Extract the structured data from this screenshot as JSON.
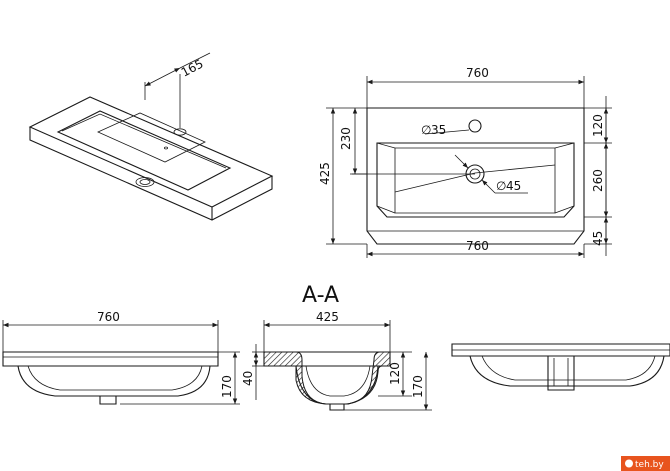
{
  "section_title": "A-A",
  "plan": {
    "width_top": "760",
    "width_bottom": "760",
    "height_total": "425",
    "offset_left": "230",
    "right_top": "120",
    "right_mid": "260",
    "right_bottom": "45",
    "hole_tap": "35",
    "hole_drain": "45"
  },
  "perspective": {
    "tap_offset": "165"
  },
  "front": {
    "width": "760",
    "height": "170"
  },
  "section": {
    "width": "425",
    "depth_left": "40",
    "depth_inner": "120",
    "height": "170"
  },
  "watermark": "teh.by",
  "colors": {
    "line": "#1a1a1a",
    "hatch": "#1a1a1a",
    "watermark_bg": "#e8541e"
  }
}
